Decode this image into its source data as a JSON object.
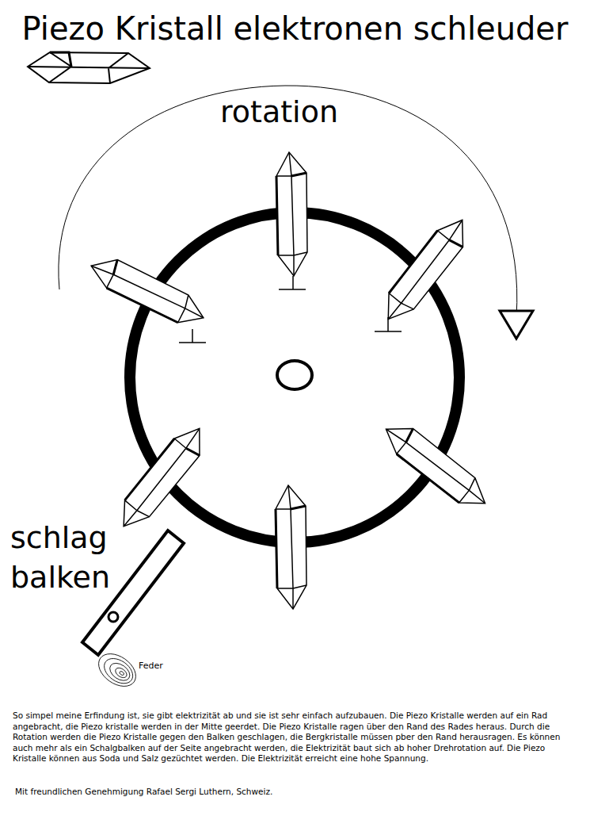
{
  "diagram": {
    "title": "Piezo Kristall elektronen schleuder",
    "labels": [
      "rotation",
      "schlag balken",
      "Feder",
      "So simpel meine Erfindung ist, sie gibt elektrizität ab und sie ist sehr einfach aufzubauen. Die Piezo Kristalle werden auf ein Rad angebracht, die Piezo kristalle werden in der Mitte geerdet. Die Piezo Kristalle ragen über den Rand des Rades heraus. Durch die Rotation werden die Piezo Kristalle gegen den Balken geschlagen, die Bergkristalle müssen pber den Rand herausragen. Es können auch mehr als ein Schalgbalken auf der Seite angebracht werden, die Elektrizität baut sich ab hoher Drehrotation auf. Die Piezo Kristalle können aus Soda und Salz gezüchtet werden. Die Elektrizität erreicht eine hohe Spannung.",
      "Mit freundlichen Genehmigung Rafael Sergi Luthern, Schweiz."
    ]
  }
}
